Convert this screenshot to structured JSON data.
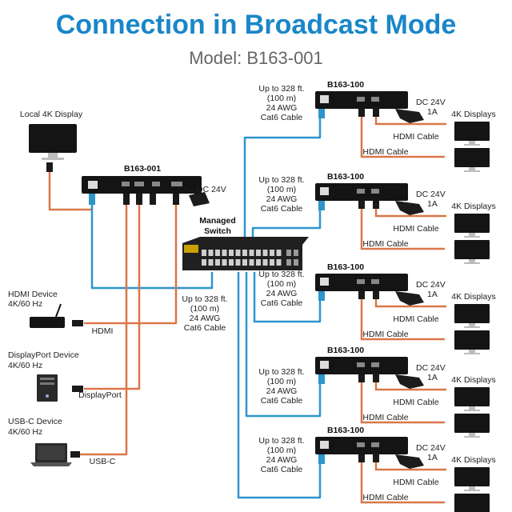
{
  "title": "Connection in Broadcast Mode",
  "subtitle": "Model: B163-001",
  "colors": {
    "title": "#1a86c8",
    "subtitle": "#666666",
    "cat6": "#2e95cc",
    "hdmi": "#d9774a",
    "device": "#141414",
    "switch": "#202020"
  },
  "transmitter": {
    "model": "B163-001",
    "power": "DC 24V"
  },
  "local_display": {
    "label": "Local 4K Display"
  },
  "switch": {
    "label_line1": "Managed",
    "label_line2": "Switch"
  },
  "sources": [
    {
      "label_line1": "HDMI Device",
      "label_line2": "4K/60 Hz",
      "cable": "HDMI",
      "icon": "media-player-icon"
    },
    {
      "label_line1": "DisplayPort Device",
      "label_line2": "4K/60 Hz",
      "cable": "DisplayPort",
      "icon": "desktop-tower-icon"
    },
    {
      "label_line1": "USB-C Device",
      "label_line2": "4K/60 Hz",
      "cable": "USB-C",
      "icon": "laptop-icon"
    }
  ],
  "switch_cable_label": [
    "Up to 328 ft.",
    "(100 m)",
    "24 AWG",
    "Cat6 Cable"
  ],
  "receivers": [
    {
      "model": "B163-100",
      "power_line1": "DC 24V",
      "power_line2": "1A",
      "displays_label": "4K Displays",
      "hdmi_label_1": "HDMI Cable",
      "hdmi_label_2": "HDMI Cable",
      "cable_label": [
        "Up to 328 ft.",
        "(100 m)",
        "24 AWG",
        "Cat6 Cable"
      ]
    },
    {
      "model": "B163-100",
      "power_line1": "DC 24V",
      "power_line2": "1A",
      "displays_label": "4K Displays",
      "hdmi_label_1": "HDMI Cable",
      "hdmi_label_2": "HDMI Cable",
      "cable_label": [
        "Up to 328 ft.",
        "(100 m)",
        "24 AWG",
        "Cat6 Cable"
      ]
    },
    {
      "model": "B163-100",
      "power_line1": "DC 24V",
      "power_line2": "1A",
      "displays_label": "4K Displays",
      "hdmi_label_1": "HDMI Cable",
      "hdmi_label_2": "HDMI Cable",
      "cable_label": [
        "Up to 328 ft.",
        "(100 m)",
        "24 AWG",
        "Cat6 Cable"
      ]
    },
    {
      "model": "B163-100",
      "power_line1": "DC 24V",
      "power_line2": "1A",
      "displays_label": "4K Displays",
      "hdmi_label_1": "HDMI Cable",
      "hdmi_label_2": "HDMI Cable",
      "cable_label": [
        "Up to 328 ft.",
        "(100 m)",
        "24 AWG",
        "Cat6 Cable"
      ]
    },
    {
      "model": "B163-100",
      "power_line1": "DC 24V",
      "power_line2": "1A",
      "displays_label": "4K Displays",
      "hdmi_label_1": "HDMI Cable",
      "hdmi_label_2": "HDMI Cable",
      "cable_label": [
        "Up to 328 ft.",
        "(100 m)",
        "24 AWG",
        "Cat6 Cable"
      ]
    }
  ]
}
